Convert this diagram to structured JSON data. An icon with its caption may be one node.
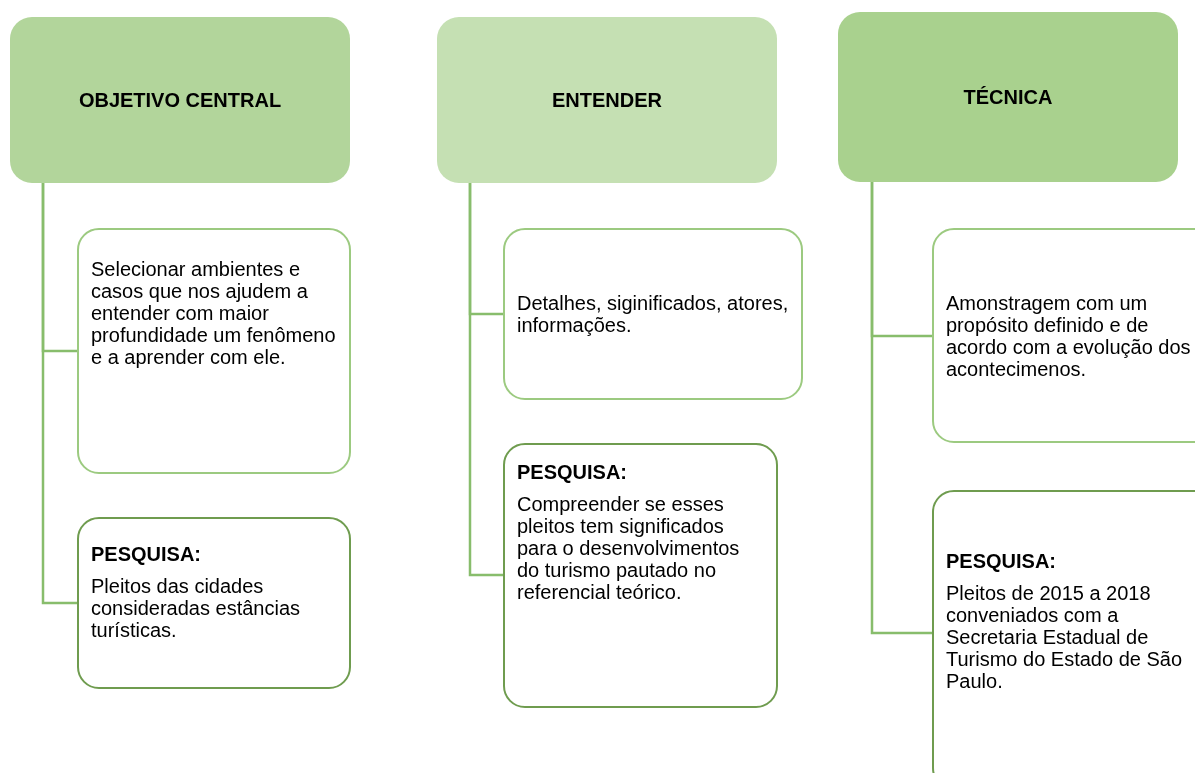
{
  "diagram": {
    "nodes": [
      {
        "text": [
          "OBJETIVO CENTRAL"
        ]
      },
      {
        "text": [
          "Selecionar ambientes e casos que nos ajudem a entender com maior profundidade um fenômeno e a aprender com ele."
        ]
      },
      {
        "text": [
          "PESQUISA:",
          "Pleitos das cidades consideradas estâncias turísticas."
        ]
      },
      {
        "text": [
          "ENTENDER"
        ]
      },
      {
        "text": [
          "Detalhes, siginificados, atores, informações."
        ]
      },
      {
        "text": [
          "PESQUISA:",
          "Compreender se esses pleitos tem significados para o desenvolvimentos do turismo pautado no referencial teórico."
        ]
      },
      {
        "text": [
          "TÉCNICA"
        ]
      },
      {
        "text": [
          "Amonstragem com um propósito definido e de acordo com a evolução dos acontecimenos."
        ]
      },
      {
        "text": [
          "PESQUISA:",
          "Pleitos de 2015 a 2018 conveniados com a Secretaria Estadual de Turismo do Estado de São Paulo."
        ]
      }
    ],
    "edges": [
      {
        "from": 0,
        "to": 1,
        "arrow": "none"
      },
      {
        "from": 0,
        "to": 2,
        "arrow": "none"
      },
      {
        "from": 3,
        "to": 4,
        "arrow": "none"
      },
      {
        "from": 3,
        "to": 5,
        "arrow": "none"
      },
      {
        "from": 6,
        "to": 7,
        "arrow": "none"
      },
      {
        "from": 6,
        "to": 8,
        "arrow": "none"
      }
    ]
  }
}
